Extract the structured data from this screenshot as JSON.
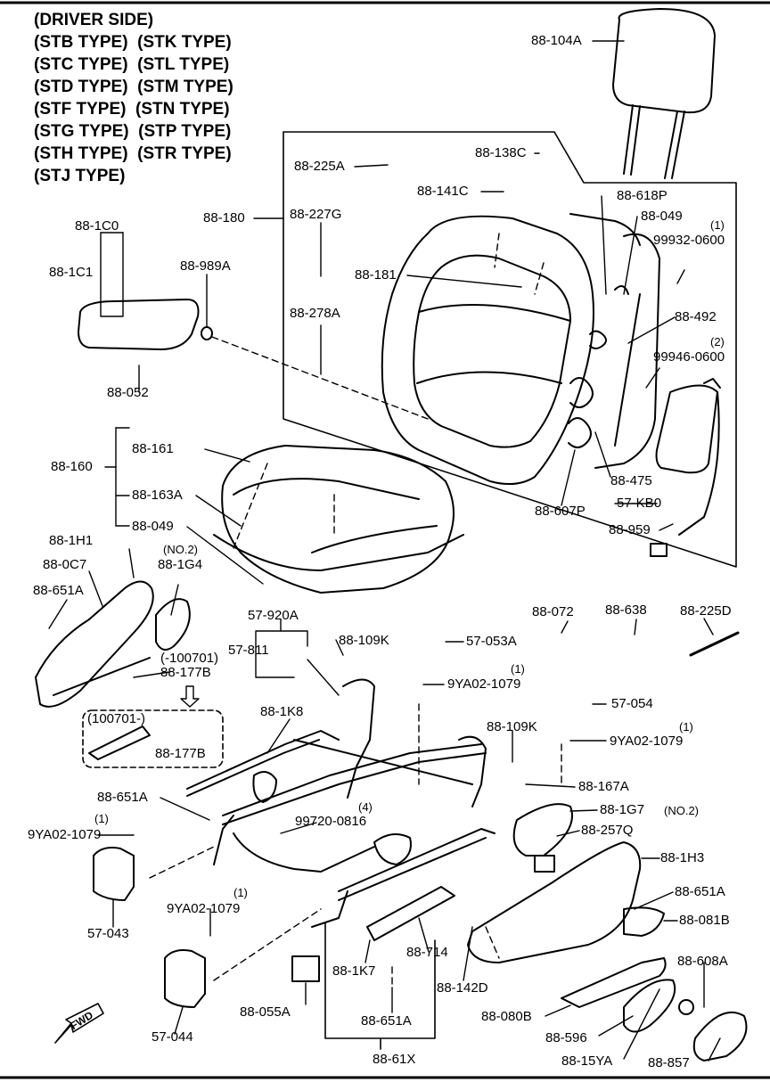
{
  "header": {
    "lines": [
      "(DRIVER SIDE)",
      "(STB TYPE)  (STK TYPE)",
      "(STC TYPE)  (STL TYPE)",
      "(STD TYPE)  (STM TYPE)",
      "(STF TYPE)  (STN TYPE)",
      "(STG TYPE)  (STP TYPE)",
      "(STH TYPE)  (STR TYPE)",
      "(STJ TYPE)"
    ]
  },
  "callouts": {
    "l_104a": "88-104A",
    "l_225a": "88-225A",
    "l_138c": "88-138C",
    "l_141c": "88-141C",
    "l_618p": "88-618P",
    "l_180": "88-180",
    "l_227g": "88-227G",
    "l_049a": "88-049",
    "l_99932": "99932-0600",
    "l_1c0": "88-1C0",
    "l_1c1": "88-1C1",
    "l_989a": "88-989A",
    "l_181": "88-181",
    "l_278a": "88-278A",
    "l_492": "88-492",
    "l_99946": "99946-0600",
    "l_052": "88-052",
    "l_161": "88-161",
    "l_160": "88-160",
    "l_163a": "88-163A",
    "l_049b": "88-049",
    "l_475": "88-475",
    "l_57kb0": "57-KB0",
    "l_607p": "88-607P",
    "l_959": "88-959",
    "l_1h1": "88-1H1",
    "l_0c7": "88-0C7",
    "l_651a_1": "88-651A",
    "l_1g4": "88-1G4",
    "l_100701a": "(-100701)",
    "l_177b_1": "88-177B",
    "l_072": "88-072",
    "l_638": "88-638",
    "l_225d": "88-225D",
    "l_920a": "57-920A",
    "l_811": "57-811",
    "l_109k_1": "88-109K",
    "l_053a": "57-053A",
    "l_9ya02_1": "9YA02-1079",
    "l_054": "57-054",
    "l_100701b": "(100701-)",
    "l_177b_2": "88-177B",
    "l_1k8": "88-1K8",
    "l_109k_2": "88-109K",
    "l_9ya02_2": "9YA02-1079",
    "l_167a": "88-167A",
    "l_651a_2": "88-651A",
    "l_9ya02_3": "9YA02-1079",
    "l_99720": "99720-0816",
    "l_1g7": "88-1G7",
    "l_257q": "88-257Q",
    "l_1h3": "88-1H3",
    "l_043": "57-043",
    "l_9ya02_4": "9YA02-1079",
    "l_651a_3": "88-651A",
    "l_081b": "88-081B",
    "l_1k7": "88-1K7",
    "l_714": "88-714",
    "l_142d": "88-142D",
    "l_608a": "88-608A",
    "l_055a": "88-055A",
    "l_080b": "88-080B",
    "l_044": "57-044",
    "l_651a_4": "88-651A",
    "l_596": "88-596",
    "l_15ya": "88-15YA",
    "l_857": "88-857",
    "l_61x": "88-61X"
  },
  "qty": {
    "q1": "(1)",
    "q2": "(2)",
    "q_no2a": "(NO.2)",
    "q_no2b": "(NO.2)",
    "q_9ya1": "(1)",
    "q_9ya2": "(1)",
    "q_9ya3": "(1)",
    "q_4": "(4)",
    "q_9ya4": "(1)"
  },
  "fwd_label": "FWD"
}
